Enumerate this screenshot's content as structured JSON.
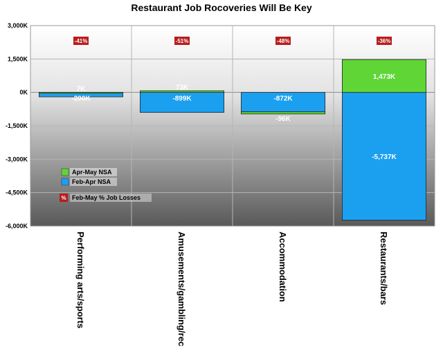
{
  "chart_data": {
    "type": "bar",
    "title": "Restaurant Job Rocoveries Will Be Key",
    "categories": [
      "Performing arts/sports",
      "Amusements/gambling/rec",
      "Accommodation",
      "Restaurants/bars"
    ],
    "ylim": [
      -6000,
      3000
    ],
    "yticks": [
      3000,
      1500,
      0,
      -1500,
      -3000,
      -4500,
      -6000
    ],
    "ytick_labels": [
      "3,000K",
      "1,500K",
      "0K",
      "-1,500K",
      "-3,000K",
      "-4,500K",
      "-6,000K"
    ],
    "stacked": true,
    "series": [
      {
        "name": "Apr-May NSA",
        "color": "#5fd636",
        "values": [
          7,
          73,
          -96,
          1473
        ],
        "labels": [
          "7K",
          "73K",
          "-96K",
          "1,473K"
        ]
      },
      {
        "name": "Feb-Apr NSA",
        "color": "#1ba0f0",
        "values": [
          -200,
          -899,
          -872,
          -5737
        ],
        "labels": [
          "-200K",
          "-899K",
          "-872K",
          "-5,737K"
        ]
      }
    ],
    "pct_losses": {
      "name": "Feb-May % Job Losses",
      "marker": "%",
      "color": "#b81c1c",
      "values": [
        "-41%",
        "-51%",
        "-48%",
        "-36%"
      ]
    },
    "grid": true,
    "legend_placement": "lower-left"
  }
}
